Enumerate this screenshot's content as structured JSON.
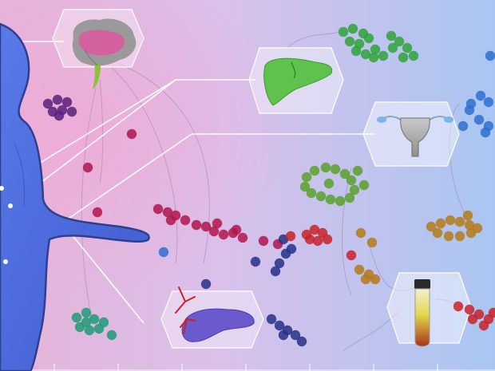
{
  "scene": {
    "description_tags": [
      "human-silhouette",
      "brain",
      "liver",
      "uterus",
      "pancreas",
      "blood-tube",
      "molecule-clusters"
    ],
    "colors": {
      "bg_left": "#e2b2dc",
      "bg_mid": "#d7c2ec",
      "bg_right": "#a8c4f0",
      "body": "#4f6fe0",
      "body_outline": "#2e3f8c",
      "panel_fill": "#ffffff",
      "green": "#2fa33a",
      "purple": "#5a1f7a",
      "crimson": "#b0154e",
      "navy": "#263088",
      "blue": "#2f6fd0",
      "teal": "#1e9a78",
      "orange": "#b57a19",
      "red": "#c8222a",
      "lime": "#5aa12a"
    }
  }
}
